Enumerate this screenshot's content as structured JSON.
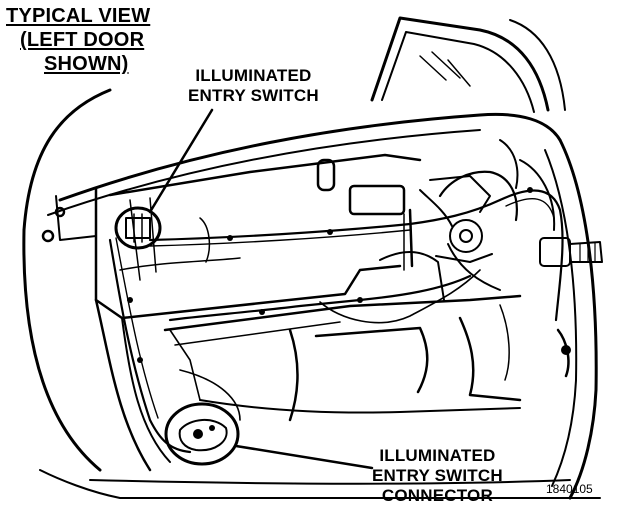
{
  "labels": {
    "view": [
      "TYPICAL VIEW",
      "(LEFT DOOR",
      "SHOWN)"
    ],
    "switch": [
      "ILLUMINATED",
      "ENTRY SWITCH"
    ],
    "connector": [
      "ILLUMINATED",
      "ENTRY SWITCH",
      "CONNECTOR"
    ],
    "figure_number": "1840105"
  },
  "colors": {
    "ink": "#000000",
    "paper": "#ffffff"
  }
}
